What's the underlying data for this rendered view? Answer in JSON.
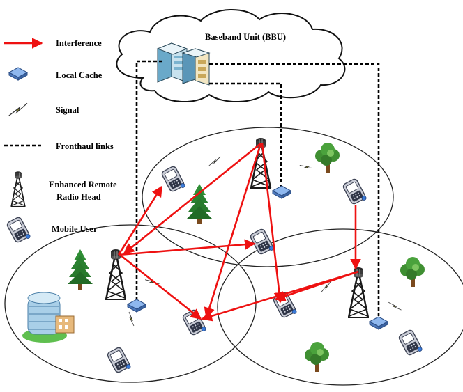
{
  "legend": {
    "interference": "Interference",
    "local_cache": "Local Cache",
    "signal": "Signal",
    "fronthaul": "Fronthaul links",
    "rrh_line1": "Enhanced Remote",
    "rrh_line2": "Radio Head",
    "mobile_user": "Mobile User"
  },
  "bbu": {
    "title": "Baseband Unit (BBU)"
  },
  "colors": {
    "interference": "#ee1111",
    "signal": "#e6e600",
    "fronthaul": "#000000",
    "cell_boundary": "#222222",
    "cache_blue": "#5b8fd6",
    "tree_green": "#2e9a3a",
    "tower": "#1a1a1a"
  },
  "icons": [
    "cloud-icon",
    "server-rack-icon",
    "cache-icon",
    "tower-icon",
    "mobile-phone-icon",
    "tree-icon",
    "building-icon",
    "lightning-signal-icon"
  ]
}
